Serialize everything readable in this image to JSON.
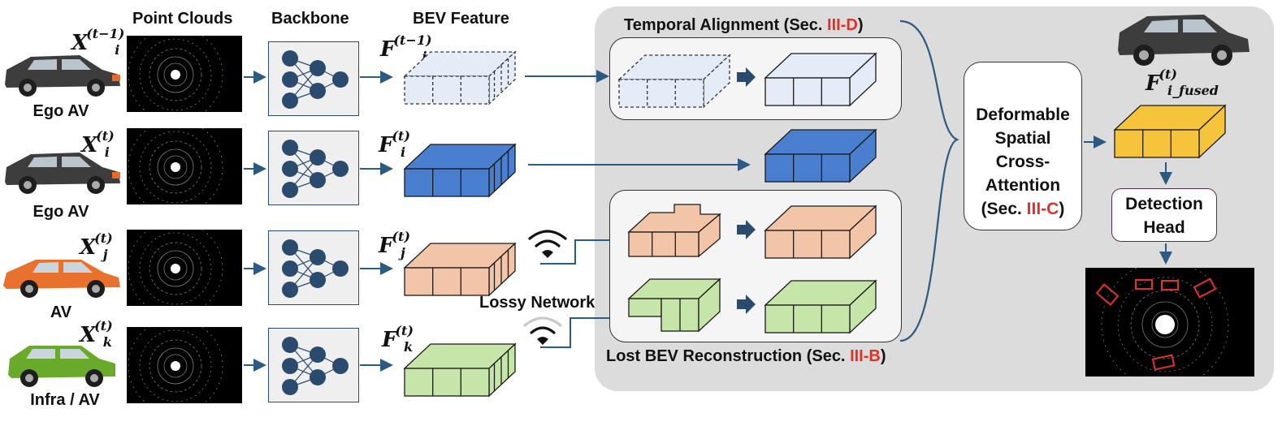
{
  "headers": {
    "point_clouds": "Point Clouds",
    "backbone": "Backbone",
    "bev_feature": "BEV Feature"
  },
  "agents": [
    {
      "label": "Ego AV",
      "x_var": "X",
      "x_sub": "i",
      "x_sup": "(t−1)",
      "f_var": "F",
      "f_sub": "i",
      "f_sup": "(t−1)"
    },
    {
      "label": "Ego AV",
      "x_var": "X",
      "x_sub": "i",
      "x_sup": "(t)",
      "f_var": "F",
      "f_sub": "i",
      "f_sup": "(t)"
    },
    {
      "label": "AV",
      "x_var": "X",
      "x_sub": "j",
      "x_sup": "(t)",
      "f_var": "F",
      "f_sub": "j",
      "f_sup": "(t)"
    },
    {
      "label": "Infra / AV",
      "x_var": "X",
      "x_sub": "k",
      "x_sup": "(t)",
      "f_var": "F",
      "f_sub": "k",
      "f_sup": "(t)"
    }
  ],
  "lossy_network": "Lossy Network",
  "temporal": {
    "prefix": "Temporal Alignment (Sec. ",
    "ref": "III-D",
    "suffix": ")"
  },
  "reconstruction": {
    "prefix": "Lost BEV Reconstruction (Sec. ",
    "ref": "III-B",
    "suffix": ")"
  },
  "dsca": {
    "lines": [
      "Deformable",
      "Spatial",
      "Cross-",
      "Attention"
    ],
    "prefix": "(Sec. ",
    "ref": "III-C",
    "suffix": ")"
  },
  "fused": {
    "var": "F",
    "sub": "i_fused",
    "sup": "(t)"
  },
  "detection_head": [
    "Detection",
    "Head"
  ],
  "colors": {
    "ref_red": "#e0322b",
    "blue": "#4a7fcf",
    "light_blue": "#e3ecf7",
    "peach": "#f2c4a8",
    "green": "#c5e6a8",
    "yellow": "#f5c43a",
    "arrow": "#2d5a80",
    "detection_box": "#e0322b"
  }
}
